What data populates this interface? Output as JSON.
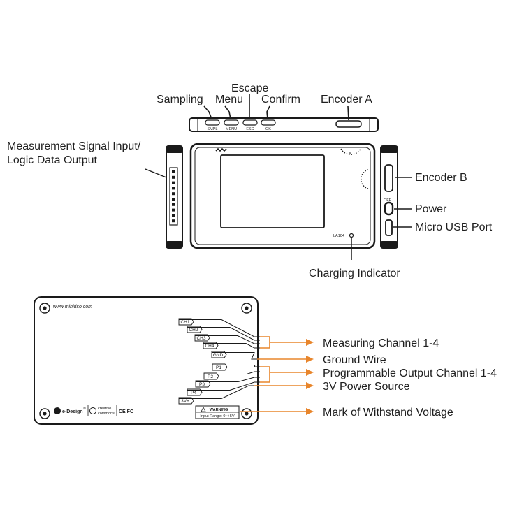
{
  "top_view": {
    "labels": {
      "sampling": "Sampling",
      "menu": "Menu",
      "escape": "Escape",
      "confirm": "Confirm",
      "encoder_a": "Encoder A"
    },
    "buttons": {
      "smpl": "SMPL",
      "menu": "MENU",
      "esc": "ESC",
      "ok": "OK"
    }
  },
  "front_view": {
    "left_label_line1": "Measurement Signal Input/",
    "left_label_line2": "Logic Data Output",
    "model": "LA104",
    "encoder_dial": "A",
    "charging_indicator": "Charging Indicator"
  },
  "right_view": {
    "encoder_b": "Encoder B",
    "power": "Power",
    "power_switch_mark": "OFF",
    "micro_usb": "Micro USB Port"
  },
  "back_view": {
    "website": "www.minidso.com",
    "pins": [
      "CH1",
      "CH2",
      "CH3",
      "CH4",
      "GND",
      "P1",
      "P2",
      "P3",
      "P4",
      "3V+"
    ],
    "warning_title": "WARNING",
    "warning_text": "Input Range: 0~+5V",
    "brand": "e-Design",
    "cc_line1": "creative",
    "cc_line2": "commons",
    "cert": "CE FC",
    "callouts": {
      "measuring": "Measuring Channel 1-4",
      "ground": "Ground Wire",
      "programmable": "Programmable Output Channel 1-4",
      "power": "3V Power Source",
      "withstand": "Mark of Withstand Voltage"
    }
  },
  "colors": {
    "ink": "#1a1a1a",
    "accent": "#e8852b",
    "background": "#ffffff"
  }
}
